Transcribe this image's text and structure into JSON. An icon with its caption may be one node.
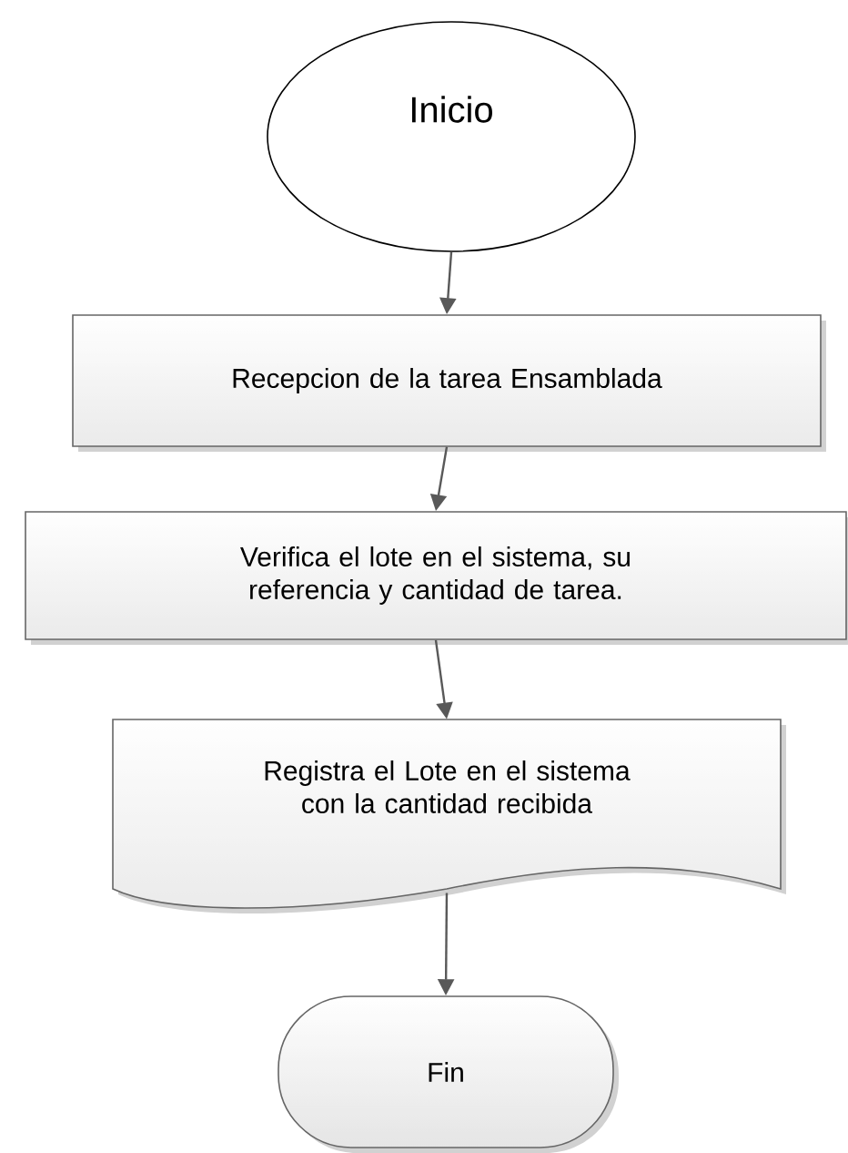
{
  "diagram": {
    "nodes": [
      {
        "text": [
          "Inicio"
        ]
      },
      {
        "text": [
          "Recepcion de la tarea Ensamblada"
        ]
      },
      {
        "text": [
          "Verifica el lote en el sistema, su referencia y cantidad de tarea."
        ]
      },
      {
        "text": [
          "Registra el Lote en el sistema con la cantidad recibida"
        ]
      },
      {
        "text": [
          "Fin"
        ]
      }
    ],
    "edges": [
      {
        "from": 0,
        "to": 1,
        "arrow": "to"
      },
      {
        "from": 1,
        "to": 2,
        "arrow": "to"
      },
      {
        "from": 2,
        "to": 3,
        "arrow": "to"
      },
      {
        "from": 3,
        "to": 4,
        "arrow": "to"
      }
    ]
  }
}
